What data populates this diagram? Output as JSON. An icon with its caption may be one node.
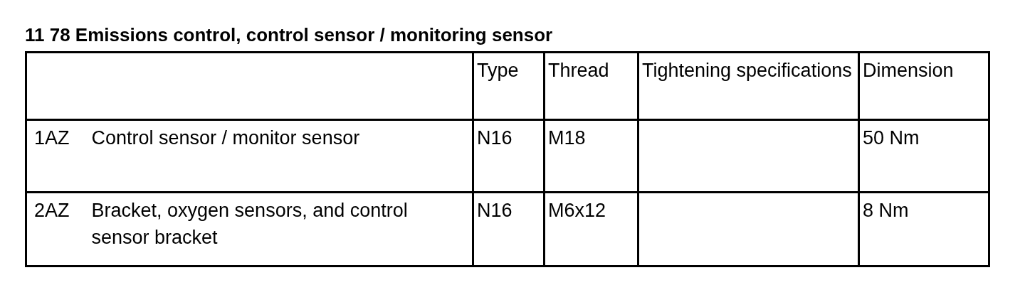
{
  "diagram": {
    "title": "11 78 Emissions control, control sensor / monitoring sensor",
    "labels": [
      "Type",
      "Thread",
      "Tightening specifications",
      "Dimension",
      "1AZ",
      "Control sensor / monitor sensor",
      "N16",
      "M18",
      "50 Nm",
      "2AZ",
      "Bracket, oxygen sensors, and control sensor bracket",
      "N16",
      "M6x12",
      "8 Nm"
    ]
  }
}
